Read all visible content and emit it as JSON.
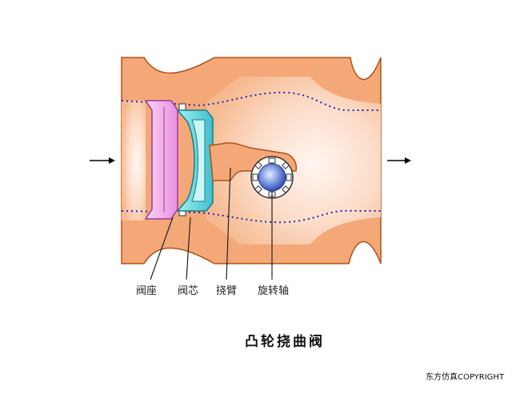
{
  "diagram": {
    "title": "凸轮挠曲阀",
    "labels": {
      "seat": "阀座",
      "core": "阀芯",
      "arm": "挠臂",
      "shaft": "旋转轴"
    },
    "copyright": "东方仿真COPYRIGHT",
    "colors": {
      "body_fill": "#F4A878",
      "body_stroke": "#B0501C",
      "cavity_fill": "#FCD5BE",
      "seat_fill": "#F2A8EC",
      "seat_stroke": "#9A3C9A",
      "plug_fill": "#59D3DC",
      "plug_stroke": "#1D7B86",
      "shaft_fill": "#3C5FC4",
      "flow_line": "#1E28B4",
      "arrow": "#000000"
    }
  }
}
